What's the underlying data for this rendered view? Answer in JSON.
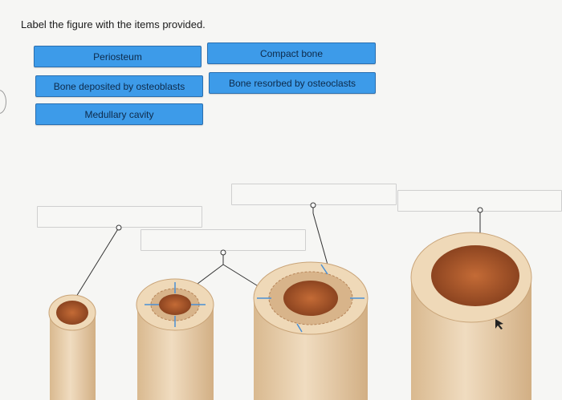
{
  "instruction": "Label the figure with the items provided.",
  "labels": [
    "Periosteum",
    "Compact bone",
    "Bone deposited by osteoblasts",
    "Bone resorbed by osteoclasts",
    "Medullary cavity"
  ],
  "colors": {
    "chip_fill": "#3d9be9",
    "chip_border": "#2a6fb0",
    "bone_outer": "#e7cfa9",
    "marrow": "#a35a2f",
    "arrow": "#4a8fd4"
  }
}
